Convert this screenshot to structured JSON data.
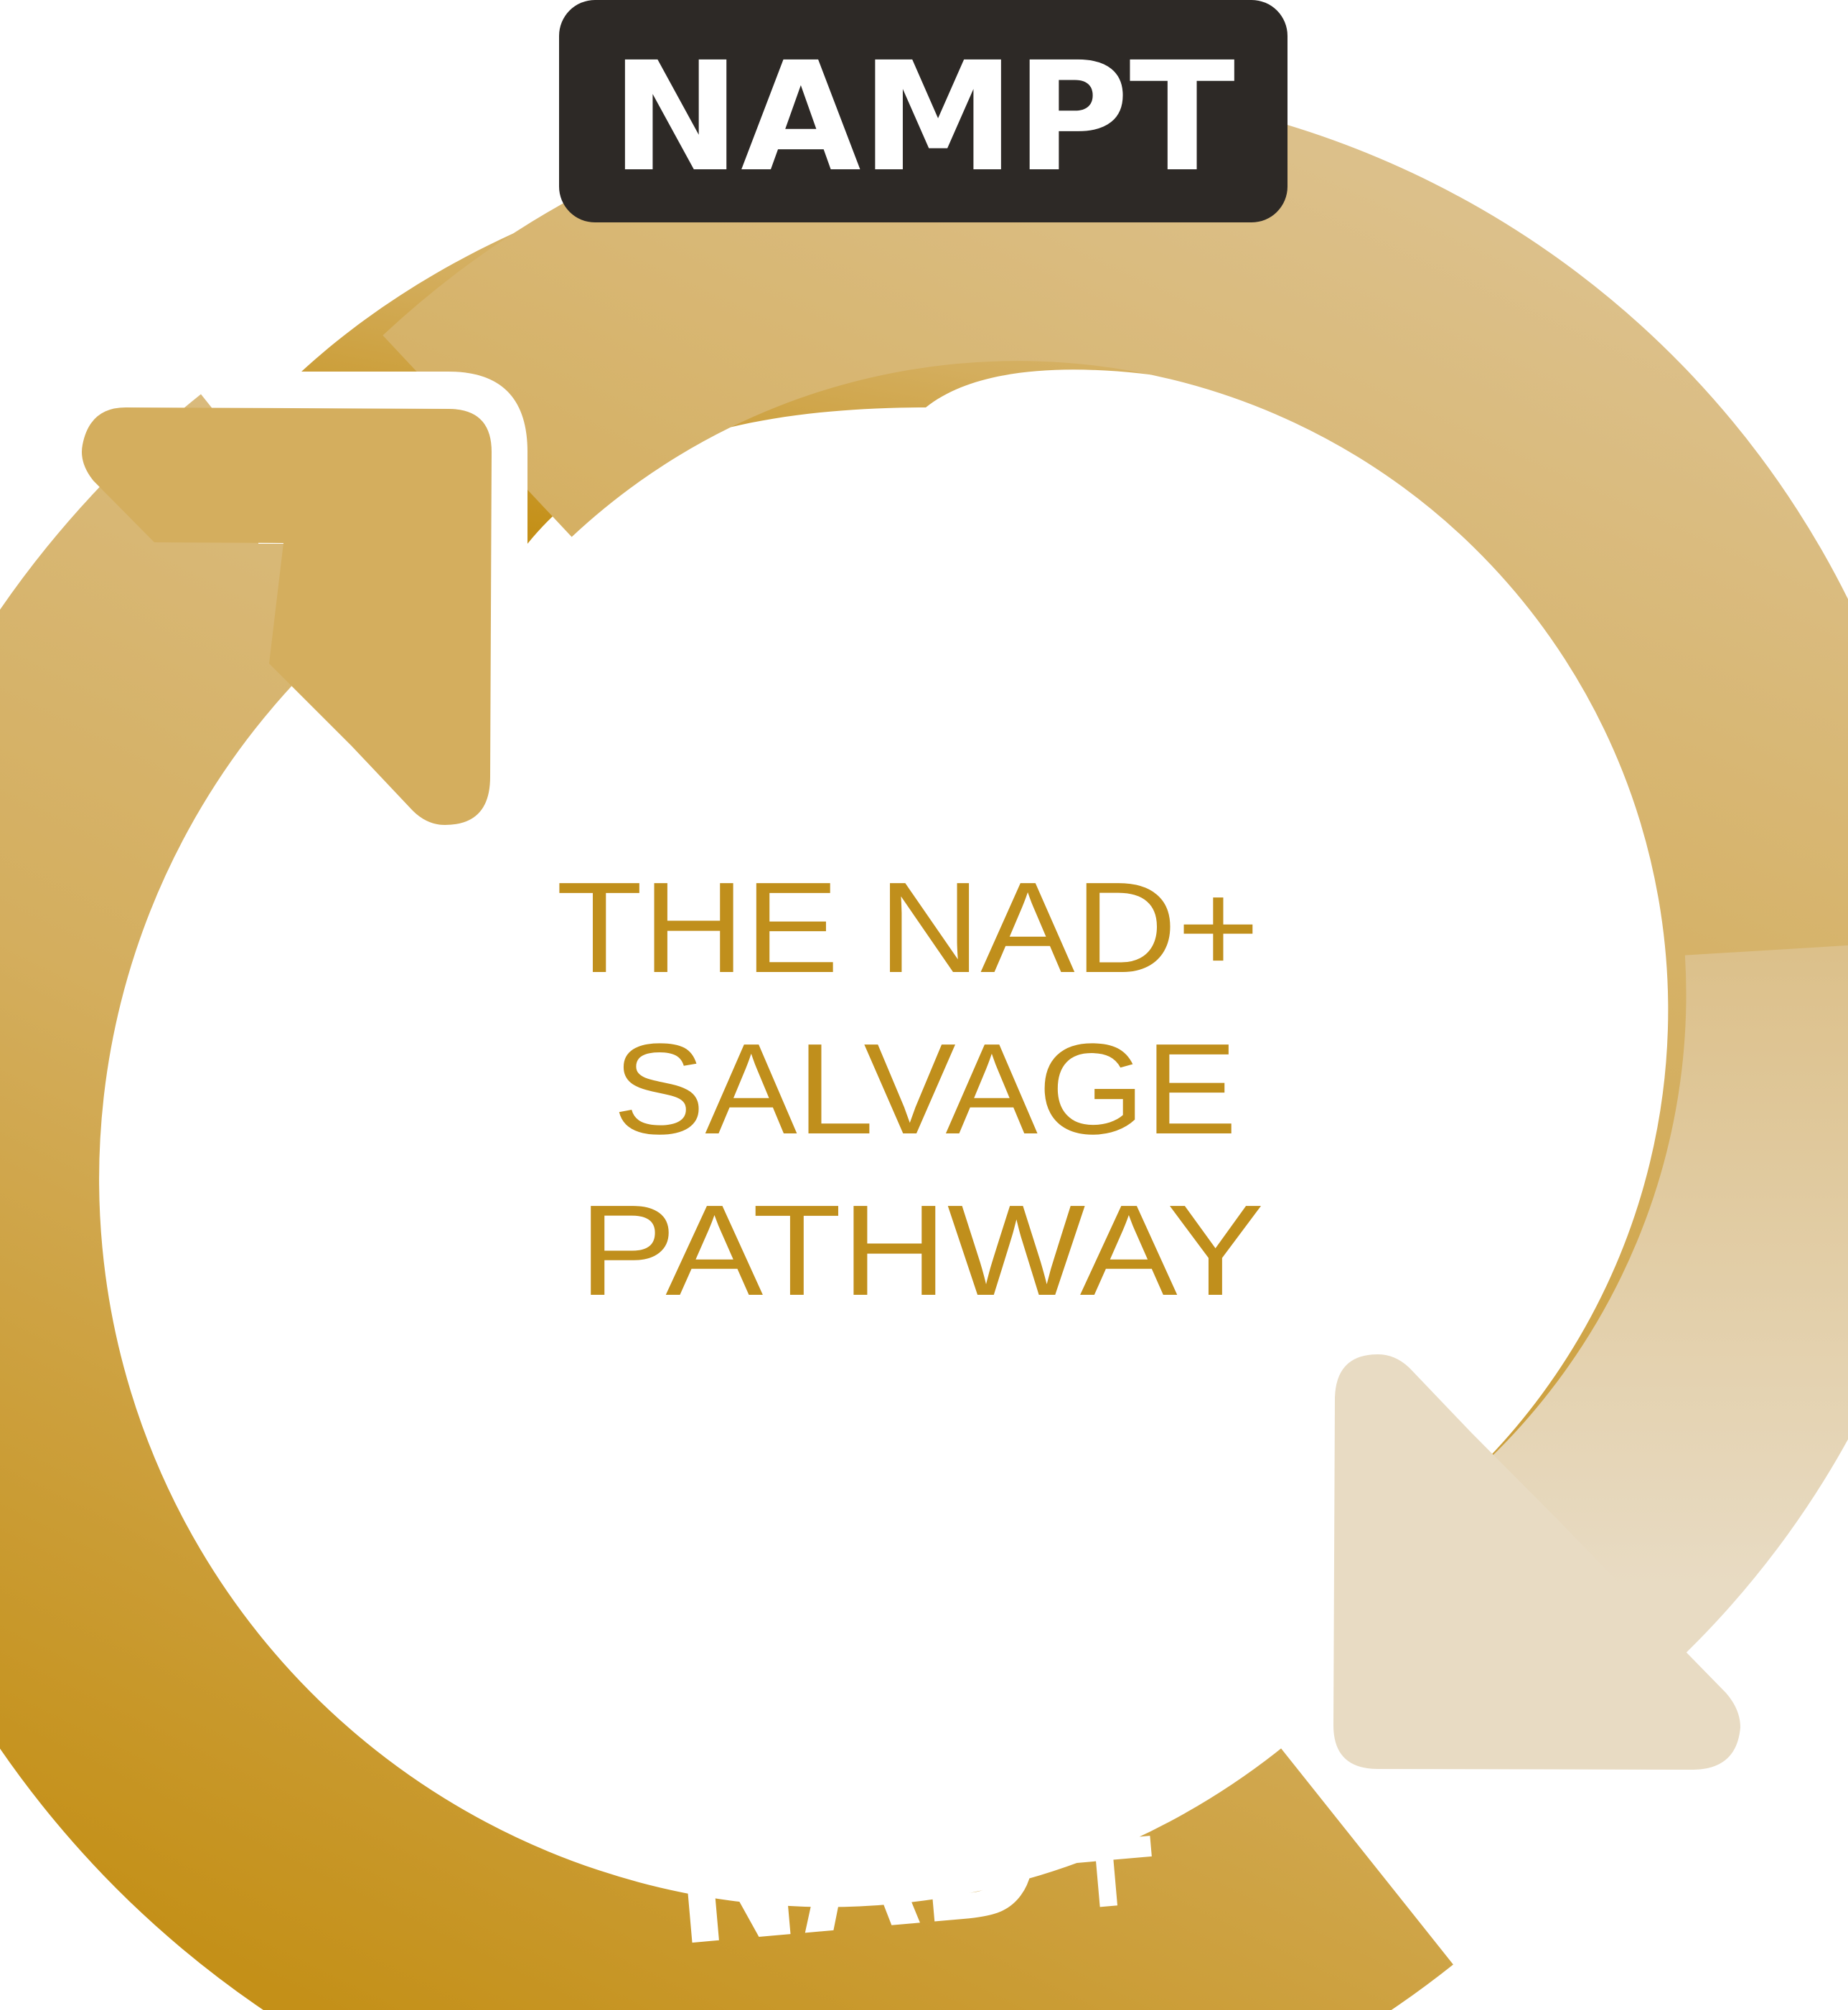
{
  "center_title": {
    "lines": [
      "THE NAD+",
      "SALVAGE",
      "PATHWAY"
    ]
  },
  "top_label": "NAMPT",
  "bottom_label": "NAD+",
  "colors": {
    "gold_dark": "#C49018",
    "gold_mid": "#D4AE5E",
    "gold_light": "#E8DBC3",
    "label_bg": "#2D2926",
    "label_text": "#FFFFFF",
    "center_text": "#C08F1C"
  }
}
